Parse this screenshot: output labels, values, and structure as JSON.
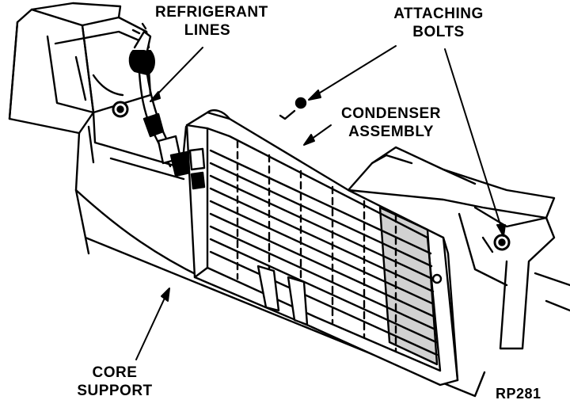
{
  "labels": {
    "refrigerant_lines": [
      "REFRIGERANT",
      "LINES"
    ],
    "attaching_bolts": [
      "ATTACHING",
      "BOLTS"
    ],
    "condenser_assembly": [
      "CONDENSER",
      "ASSEMBLY"
    ],
    "core_support": [
      "CORE",
      "SUPPORT"
    ]
  },
  "figure_id": "RP281",
  "colors": {
    "ink": "#000000",
    "paper": "#ffffff"
  }
}
